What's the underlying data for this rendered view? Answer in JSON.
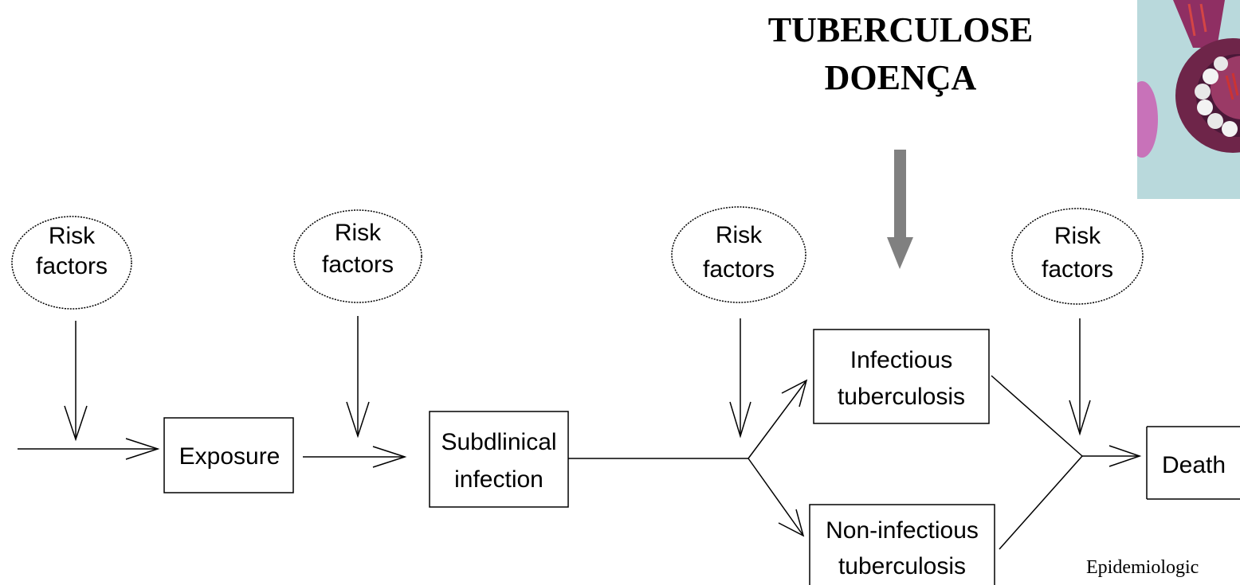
{
  "title": {
    "line1": "TUBERCULOSE",
    "line2": "DOENÇA"
  },
  "risk_factors": [
    {
      "line1": "Risk",
      "line2": "factors"
    },
    {
      "line1": "Risk",
      "line2": "factors"
    },
    {
      "line1": "Risk",
      "line2": "factors"
    },
    {
      "line1": "Risk",
      "line2": "factors"
    }
  ],
  "stages": {
    "exposure": {
      "line1": "Exposure"
    },
    "subclinical": {
      "line1": "Subdlinical",
      "line2": "infection"
    },
    "infectious": {
      "line1": "Infectious",
      "line2": "tuberculosis"
    },
    "noninfectious": {
      "line1": "Non-infectious",
      "line2": "tuberculosis"
    },
    "death": {
      "line1": "Death"
    }
  },
  "citation": "Epidemiologic",
  "colors": {
    "highlight_arrow": "#808080",
    "thumbnail_bg": "#b9d9dc"
  }
}
